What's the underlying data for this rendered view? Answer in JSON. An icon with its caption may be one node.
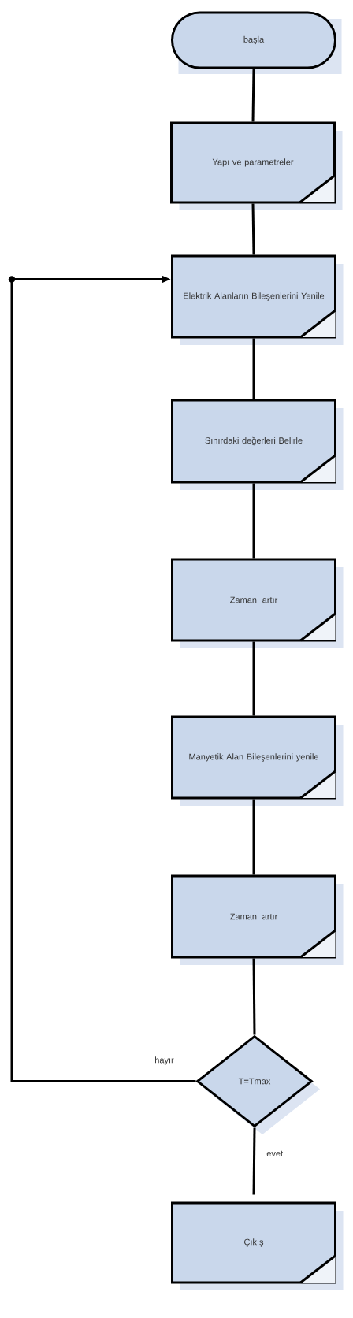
{
  "diagram": {
    "nodes": [
      {
        "text": [
          "başla"
        ]
      },
      {
        "text": [
          "Yapı ve parametreler"
        ]
      },
      {
        "text": [
          "Elektrik Alanların Bileşenlerini Yenile"
        ]
      },
      {
        "text": [
          "Sınırdaki değerleri Belirle"
        ]
      },
      {
        "text": [
          "Zamanı artır"
        ]
      },
      {
        "text": [
          "Manyetik Alan Bileşenlerini yenile"
        ]
      },
      {
        "text": [
          "Zamanı artır"
        ]
      },
      {
        "text": [
          "T=Tmax"
        ]
      },
      {
        "text": [
          "Çıkış"
        ]
      }
    ],
    "edges": [
      {
        "from": 0,
        "to": 1,
        "arrow": "none"
      },
      {
        "from": 1,
        "to": 2,
        "arrow": "none"
      },
      {
        "from": 2,
        "to": 3,
        "arrow": "none"
      },
      {
        "from": 3,
        "to": 4,
        "arrow": "none"
      },
      {
        "from": 4,
        "to": 5,
        "arrow": "none"
      },
      {
        "from": 5,
        "to": 6,
        "arrow": "none"
      },
      {
        "from": 6,
        "to": 7,
        "arrow": "none"
      },
      {
        "from": 7,
        "to": 2,
        "arrow": "to",
        "label": "hayır"
      },
      {
        "from": 7,
        "to": 8,
        "arrow": "none",
        "label": "evet"
      }
    ]
  }
}
